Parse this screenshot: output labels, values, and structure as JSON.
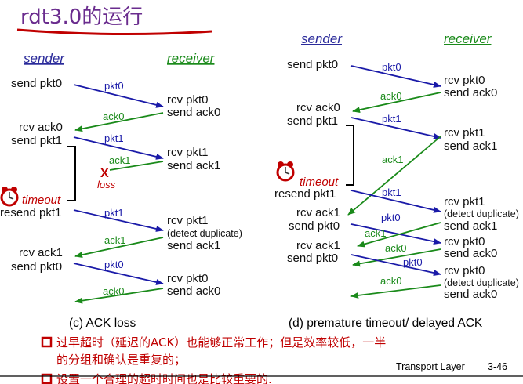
{
  "title": "rdt3.0的运行",
  "colors": {
    "pkt": "#1a1aa8",
    "ack": "#1a8a1a",
    "alert": "#c00000",
    "title": "#6a2c8e",
    "sender_hdr": "#2a2a9a",
    "receiver_hdr": "#1a8a1a"
  },
  "left": {
    "sender_header": "sender",
    "receiver_header": "receiver",
    "sender_labels": [
      "send pkt0",
      "rcv ack0",
      "send pkt1",
      "resend pkt1",
      "rcv ack1",
      "send pkt0"
    ],
    "receiver_labels": [
      "rcv pkt0",
      "send ack0",
      "rcv pkt1",
      "send ack1",
      "rcv pkt1",
      "(detect duplicate)",
      "send ack1",
      "rcv pkt0",
      "send ack0"
    ],
    "msg_labels": [
      "pkt0",
      "ack0",
      "pkt1",
      "ack1",
      "pkt1",
      "ack1",
      "pkt0",
      "ack0"
    ],
    "timeout_label": "timeout",
    "loss_label": "loss",
    "loss_mark": "X",
    "caption": "(c) ACK loss"
  },
  "right": {
    "sender_header": "sender",
    "receiver_header": "receiver",
    "sender_labels": [
      "send pkt0",
      "rcv ack0",
      "send pkt1",
      "resend pkt1",
      "rcv ack1",
      "send pkt0",
      "rcv ack1",
      "send pkt0"
    ],
    "receiver_labels": [
      "rcv pkt0",
      "send ack0",
      "rcv pkt1",
      "send ack1",
      "rcv pkt1",
      "(detect duplicate)",
      "send ack1",
      "rcv pkt0",
      "send ack0",
      "rcv pkt0",
      "(detect duplicate)",
      "send ack0"
    ],
    "msg_labels": [
      "pkt0",
      "ack0",
      "pkt1",
      "ack1",
      "pkt1",
      "pkt0",
      "ack1",
      "ack0",
      "pkt0",
      "ack0"
    ],
    "timeout_label": "timeout",
    "caption": "(d) premature timeout/ delayed ACK"
  },
  "bullets": [
    "过早超时（延迟的ACK）也能够正常工作；但是效率较低，一半",
    "的分组和确认是重复的；",
    "设置一个合理的超时时间也是比较重要的."
  ],
  "footer": {
    "label": "Transport Layer",
    "page": "3-46"
  },
  "icons": [
    "alarm-clock-icon",
    "loss-x-icon",
    "checkbox-bullet-icon"
  ]
}
